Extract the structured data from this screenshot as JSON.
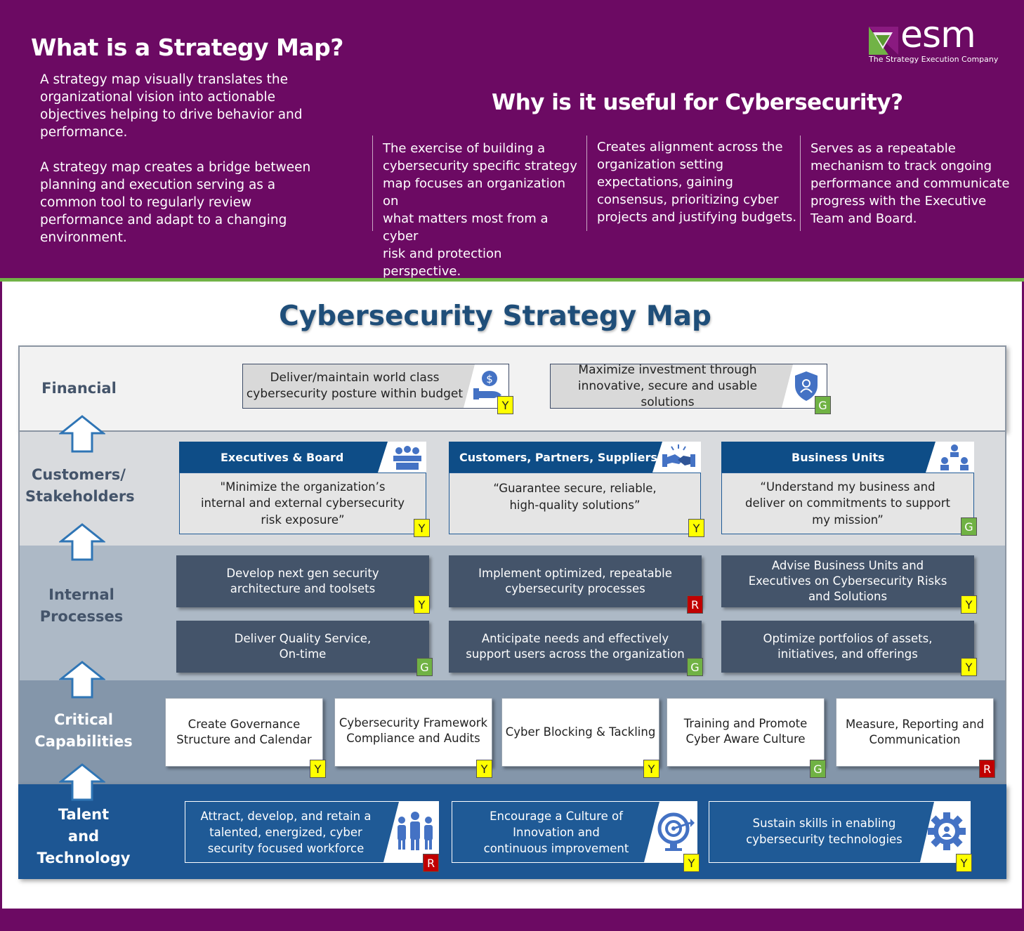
{
  "header": {
    "title": "What is a Strategy Map?",
    "paragraph1": [
      "A strategy map visually translates the",
      "organizational vision into actionable",
      "objectives helping to drive behavior and",
      "performance."
    ],
    "paragraph2": [
      "A strategy map creates a bridge between",
      "planning and execution serving as a",
      "common tool to regularly review",
      "performance and adapt to a changing",
      "environment."
    ],
    "why_title": "Why is it useful for Cybersecurity?",
    "why_columns": [
      [
        "The exercise of building a",
        "cybersecurity specific strategy",
        "map focuses an organization on",
        "what matters most from a cyber",
        "risk and protection perspective."
      ],
      [
        "Creates alignment across the",
        "organization setting",
        "expectations, gaining",
        "consensus, prioritizing cyber",
        "projects and justifying budgets."
      ],
      [
        "Serves as a repeatable",
        "mechanism to track ongoing",
        "performance and communicate",
        "progress  with the Executive",
        "Team and Board."
      ]
    ]
  },
  "logo": {
    "word": "esm",
    "tagline": "The Strategy Execution Company"
  },
  "map": {
    "title": "Cybersecurity Strategy Map",
    "perspectives": {
      "financial": [
        "Financial"
      ],
      "customers": [
        "Customers/",
        "Stakeholders"
      ],
      "internal": [
        "Internal",
        "Processes"
      ],
      "capabilities": [
        "Critical",
        "Capabilities"
      ],
      "talent": [
        "Talent",
        "and",
        "Technology"
      ]
    },
    "financial": [
      {
        "lines": [
          "Deliver/maintain world class",
          "cybersecurity posture within budget"
        ],
        "status": "Y",
        "icon": "money-hand-icon"
      },
      {
        "lines": [
          "Maximize investment through",
          "innovative, secure and usable solutions"
        ],
        "status": "G",
        "icon": "shield-user-icon"
      }
    ],
    "customers": [
      {
        "head": "Executives & Board",
        "lines": [
          "\"Minimize the organization’s",
          "internal and external cybersecurity",
          "risk exposure”"
        ],
        "status": "Y",
        "icon": "boardroom-icon"
      },
      {
        "head": "Customers, Partners, Suppliers",
        "lines": [
          "“Guarantee secure, reliable,",
          "high-quality solutions”"
        ],
        "status": "Y",
        "icon": "handshake-icon"
      },
      {
        "head": "Business Units",
        "lines": [
          "“Understand my business and",
          "deliver on commitments to support",
          "my mission”"
        ],
        "status": "G",
        "icon": "org-chart-icon"
      }
    ],
    "internal": [
      {
        "lines": [
          "Develop next gen security",
          "architecture and toolsets"
        ],
        "status": "Y"
      },
      {
        "lines": [
          "Implement optimized, repeatable",
          "cybersecurity processes"
        ],
        "status": "R"
      },
      {
        "lines": [
          "Advise Business Units and",
          "Executives on Cybersecurity Risks",
          "and Solutions"
        ],
        "status": "Y"
      },
      {
        "lines": [
          "Deliver Quality Service,",
          "On-time"
        ],
        "status": "G"
      },
      {
        "lines": [
          "Anticipate needs and effectively",
          "support users across the organization"
        ],
        "status": "G"
      },
      {
        "lines": [
          "Optimize portfolios of assets,",
          "initiatives, and offerings"
        ],
        "status": "Y"
      }
    ],
    "capabilities": [
      {
        "lines": [
          "Create Governance",
          "Structure and Calendar"
        ],
        "status": "Y"
      },
      {
        "lines": [
          "Cybersecurity Framework",
          "Compliance and Audits"
        ],
        "status": "Y"
      },
      {
        "lines": [
          "Cyber Blocking & Tackling"
        ],
        "status": "Y"
      },
      {
        "lines": [
          "Training and Promote",
          "Cyber Aware Culture"
        ],
        "status": "G"
      },
      {
        "lines": [
          "Measure, Reporting and",
          "Communication"
        ],
        "status": "R"
      }
    ],
    "talent": [
      {
        "lines": [
          "Attract, develop, and retain a",
          "talented, energized, cyber",
          "security focused workforce"
        ],
        "status": "R",
        "icon": "people-group-icon"
      },
      {
        "lines": [
          "Encourage a Culture of",
          "Innovation and",
          "continuous improvement"
        ],
        "status": "Y",
        "icon": "target-icon"
      },
      {
        "lines": [
          "Sustain skills in enabling",
          "cybersecurity technologies"
        ],
        "status": "Y",
        "icon": "gear-user-icon"
      }
    ]
  },
  "colors": {
    "purple": "#6c0a63",
    "green": "#71b346",
    "navy": "#1f4e79",
    "status_Y": "#ffff00",
    "status_G": "#70b244",
    "status_R": "#c00000"
  }
}
